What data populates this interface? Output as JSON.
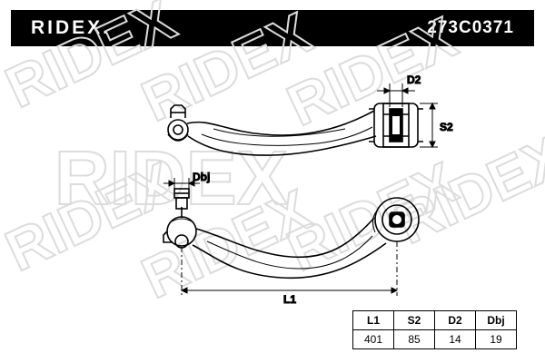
{
  "header": {
    "brand": "RIDEX.",
    "part_number": "273C0371"
  },
  "dimension_labels": {
    "d2": "D2",
    "s2": "S2",
    "dbj": "Dbj",
    "l1": "L1"
  },
  "watermark": "RIDEX",
  "spec_table": {
    "headers": [
      "L1",
      "S2",
      "D2",
      "Dbj"
    ],
    "values": [
      "401",
      "85",
      "14",
      "19"
    ]
  },
  "colors": {
    "header_bg": "#000000",
    "header_text": "#ffffff",
    "watermark": "#dcdcdc"
  }
}
